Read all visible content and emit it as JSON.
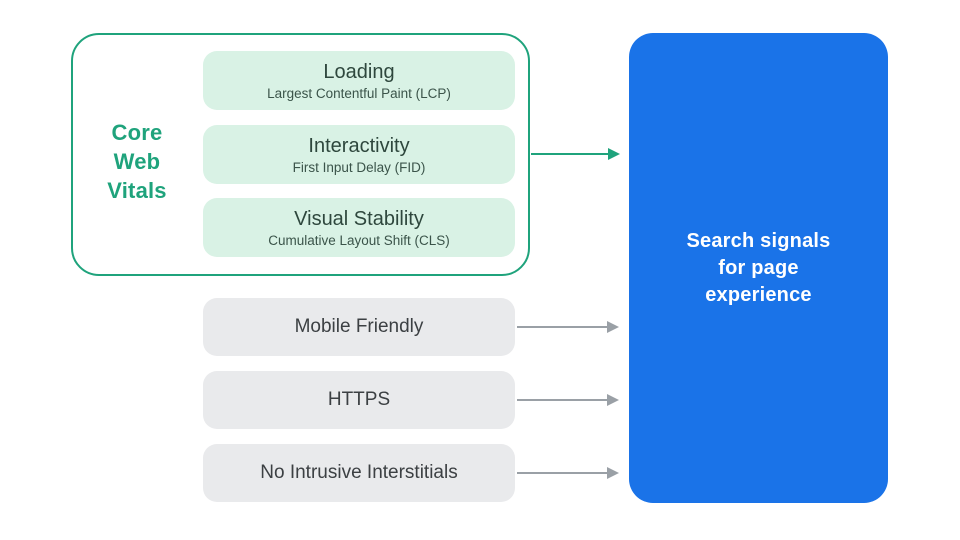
{
  "colors": {
    "background": "#FFFFFF",
    "accent_green": "#1FA37C",
    "mint_fill": "#D9F2E5",
    "vital_text": "#2E473D",
    "vital_subtext": "#3B544A",
    "gray_fill": "#E9EAEC",
    "gray_text": "#3C4043",
    "arrow_gray": "#9AA0A6",
    "blue_fill": "#1A73E8",
    "panel_text": "#FFFFFF"
  },
  "core_web_vitals": {
    "label": "Core\nWeb\nVitals",
    "items": [
      {
        "title": "Loading",
        "subtitle": "Largest Contentful Paint (LCP)"
      },
      {
        "title": "Interactivity",
        "subtitle": "First Input Delay (FID)"
      },
      {
        "title": "Visual Stability",
        "subtitle": "Cumulative Layout Shift (CLS)"
      }
    ]
  },
  "other_signals": [
    {
      "label": "Mobile Friendly"
    },
    {
      "label": "HTTPS"
    },
    {
      "label": "No Intrusive Interstitials"
    }
  ],
  "panel": {
    "label": "Search signals\nfor page\nexperience"
  }
}
